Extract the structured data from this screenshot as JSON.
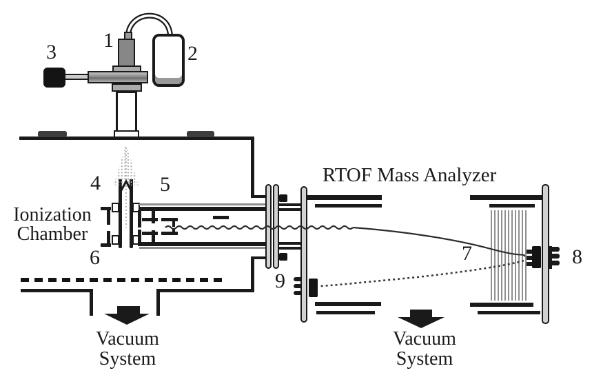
{
  "labels": {
    "part1": "1",
    "part2": "2",
    "part3": "3",
    "part4": "4",
    "part5": "5",
    "part6": "6",
    "part7": "7",
    "part8": "8",
    "part9": "9"
  },
  "texts": {
    "ionization_chamber": [
      "Ionization",
      "Chamber"
    ],
    "rtof_mass_analyzer": "RTOF Mass Analyzer",
    "vacuum_system_left": [
      "Vacuum",
      "System"
    ],
    "vacuum_system_right": [
      "Vacuum",
      "System"
    ]
  },
  "colors": {
    "line": "#1a1a1a",
    "metal": "#d2d2d2",
    "midgray": "#8f8f8f",
    "spray": "#b0b0b0"
  }
}
